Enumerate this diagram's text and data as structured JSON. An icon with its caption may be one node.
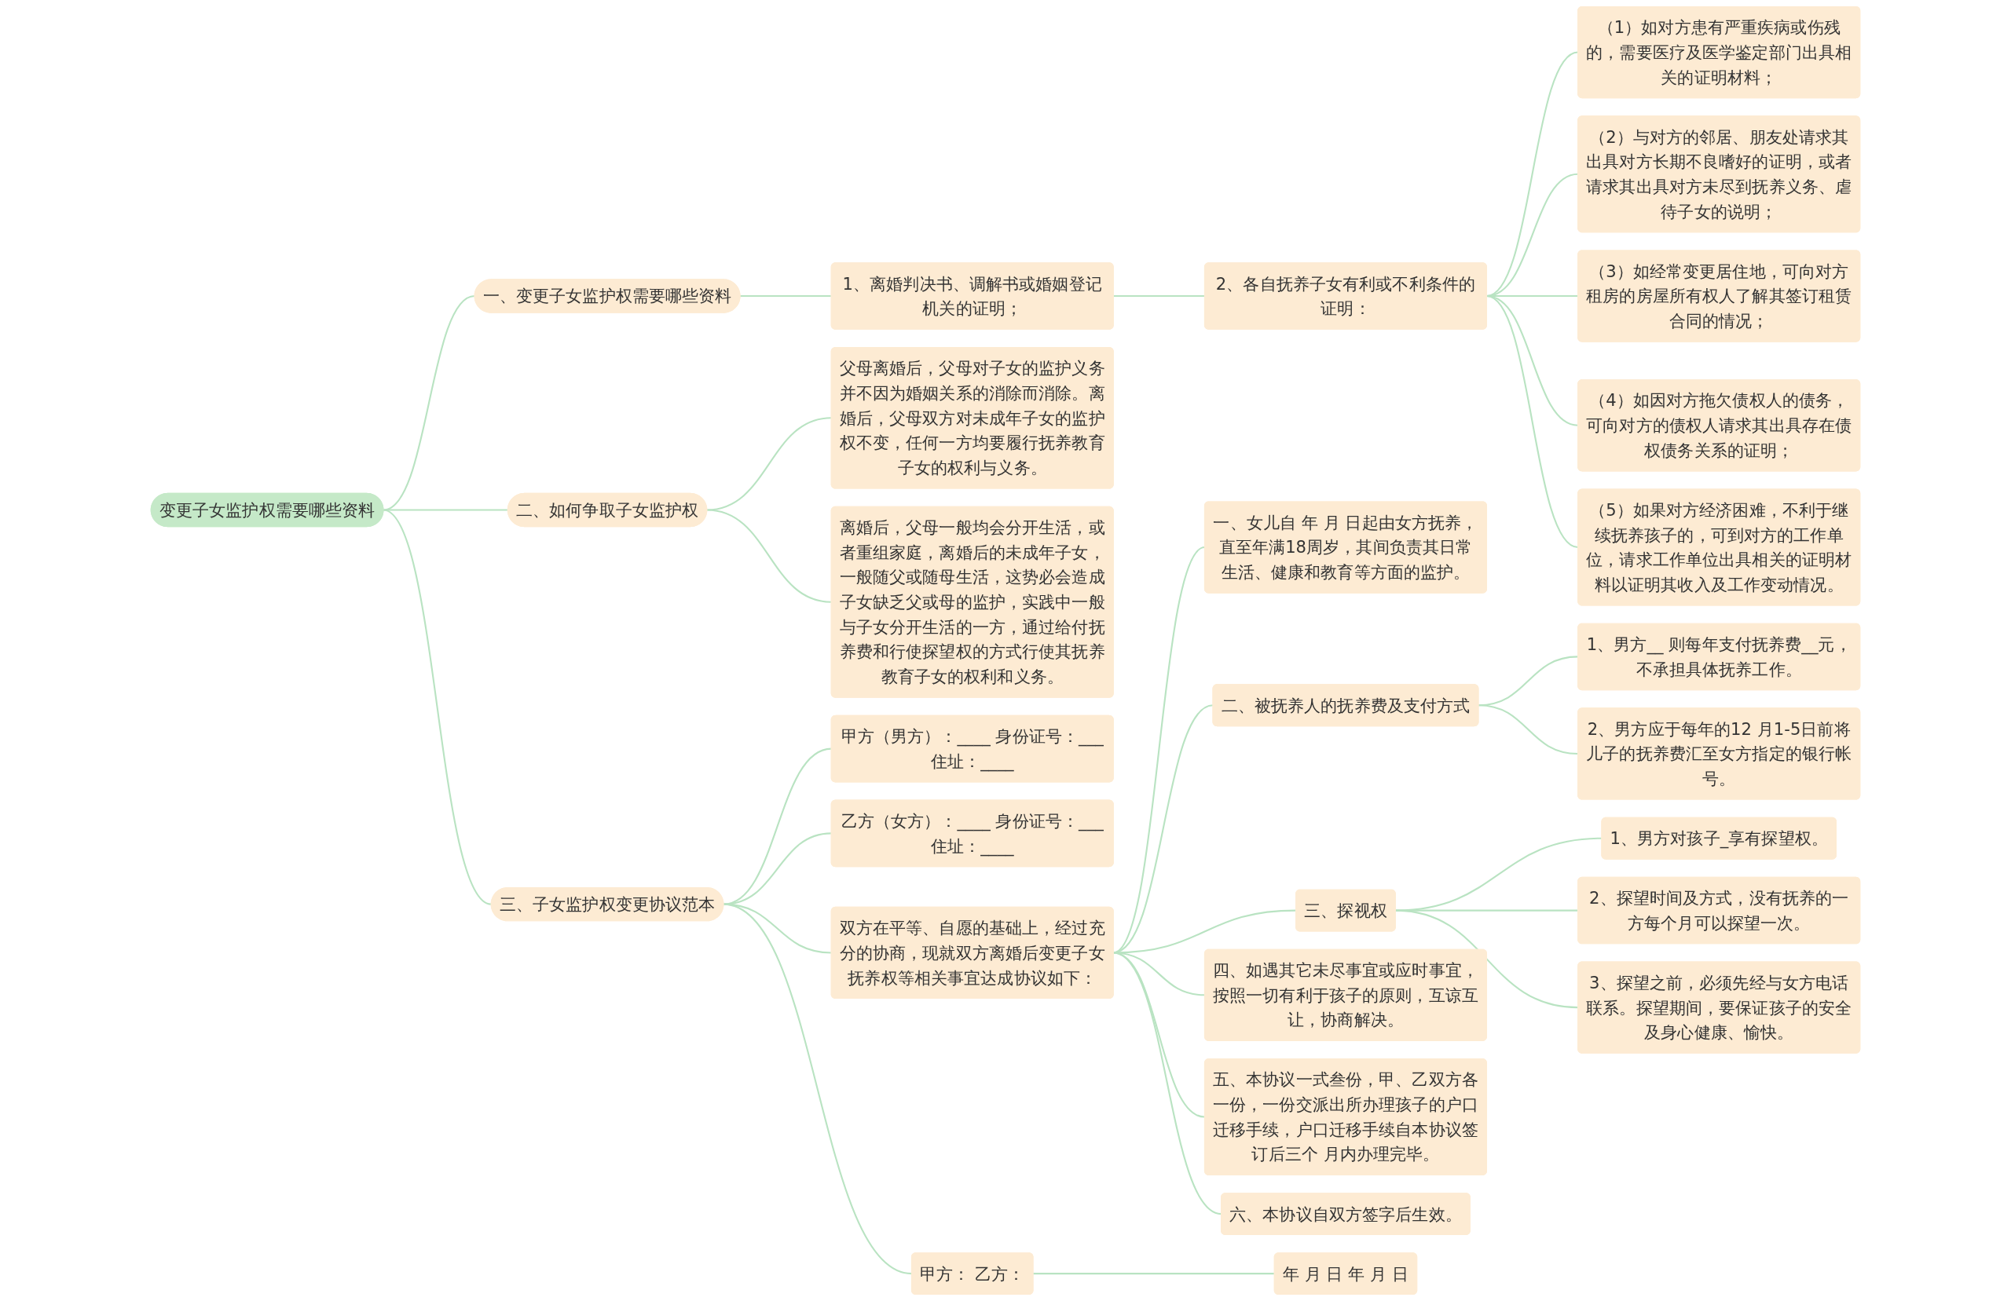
{
  "diagram": {
    "nodes": [
      {
        "text": [
          "变更子女监护权需要哪些资料"
        ]
      },
      {
        "text": [
          "一、变更子女监护权需要哪些资料"
        ]
      },
      {
        "text": [
          "1、离婚判决书、调解书或婚姻登记机关的证明；"
        ]
      },
      {
        "text": [
          "2、各自抚养子女有利或不利条件的证明："
        ]
      },
      {
        "text": [
          "（1）如对方患有严重疾病或伤残的，需要医疗及医学鉴定部门出具相关的证明材料；"
        ]
      },
      {
        "text": [
          "（2）与对方的邻居、朋友处请求其出具对方长期不良嗜好的证明，或者请求其出具对方未尽到抚养义务、虐待子女的说明；"
        ]
      },
      {
        "text": [
          "（3）如经常变更居住地，可向对方租房的房屋所有权人了解其签订租赁合同的情况；"
        ]
      },
      {
        "text": [
          "（4）如因对方拖欠债权人的债务，可向对方的债权人请求其出具存在债权债务关系的证明；"
        ]
      },
      {
        "text": [
          "（5）如果对方经济困难，不利于继续抚养孩子的，可到对方的工作单位，请求工作单位出具相关的证明材料以证明其收入及工作变动情况。"
        ]
      },
      {
        "text": [
          "二、如何争取子女监护权"
        ]
      },
      {
        "text": [
          "父母离婚后，父母对子女的监护义务并不因为婚姻关系的消除而消除。离婚后，父母双方对未成年子女的监护权不变，任何一方均要履行抚养教育子女的权利与义务。"
        ]
      },
      {
        "text": [
          "离婚后，父母一般均会分开生活，或者重组家庭，离婚后的未成年子女，一般随父或随母生活，这势必会造成子女缺乏父或母的监护，实践中一般与子女分开生活的一方，通过给付抚养费和行使探望权的方式行使其抚养教育子女的权利和义务。"
        ]
      },
      {
        "text": [
          "三、子女监护权变更协议范本"
        ]
      },
      {
        "text": [
          "甲方（男方）：____ 身份证号：___住址：____"
        ]
      },
      {
        "text": [
          "乙方（女方）：____ 身份证号：___住址：____"
        ]
      },
      {
        "text": [
          "双方在平等、自愿的基础上，经过充分的协商，现就双方离婚后变更子女抚养权等相关事宜达成协议如下："
        ]
      },
      {
        "text": [
          "一、女儿自 年 月 日起由女方抚养，直至年满18周岁，其间负责其日常生活、健康和教育等方面的监护。"
        ]
      },
      {
        "text": [
          "二、被抚养人的抚养费及支付方式"
        ]
      },
      {
        "text": [
          "1、男方__ 则每年支付抚养费__元，不承担具体抚养工作。"
        ]
      },
      {
        "text": [
          "2、男方应于每年的12 月1-5日前将儿子的抚养费汇至女方指定的银行帐号。"
        ]
      },
      {
        "text": [
          "三、探视权"
        ]
      },
      {
        "text": [
          "1、男方对孩子_享有探望权。"
        ]
      },
      {
        "text": [
          "2、探望时间及方式，没有抚养的一方每个月可以探望一次。"
        ]
      },
      {
        "text": [
          "3、探望之前，必须先经与女方电话联系。探望期间，要保证孩子的安全及身心健康、愉快。"
        ]
      },
      {
        "text": [
          "四、如遇其它未尽事宜或应时事宜，按照一切有利于孩子的原则，互谅互让，协商解决。"
        ]
      },
      {
        "text": [
          "五、本协议一式叁份，甲、乙双方各一份，一份交派出所办理孩子的户口迁移手续，户口迁移手续自本协议签订后三个 月内办理完毕。"
        ]
      },
      {
        "text": [
          "六、本协议自双方签字后生效。"
        ]
      },
      {
        "text": [
          "甲方： 乙方："
        ]
      },
      {
        "text": [
          "年 月 日 年 月 日"
        ]
      }
    ],
    "edges": [
      {
        "from": 0,
        "to": 1,
        "arrow": "none"
      },
      {
        "from": 1,
        "to": 2,
        "arrow": "none"
      },
      {
        "from": 2,
        "to": 3,
        "arrow": "none"
      },
      {
        "from": 3,
        "to": 4,
        "arrow": "none"
      },
      {
        "from": 3,
        "to": 5,
        "arrow": "none"
      },
      {
        "from": 3,
        "to": 6,
        "arrow": "none"
      },
      {
        "from": 3,
        "to": 7,
        "arrow": "none"
      },
      {
        "from": 3,
        "to": 8,
        "arrow": "none"
      },
      {
        "from": 0,
        "to": 9,
        "arrow": "none"
      },
      {
        "from": 9,
        "to": 10,
        "arrow": "none"
      },
      {
        "from": 9,
        "to": 11,
        "arrow": "none"
      },
      {
        "from": 0,
        "to": 12,
        "arrow": "none"
      },
      {
        "from": 12,
        "to": 13,
        "arrow": "none"
      },
      {
        "from": 12,
        "to": 14,
        "arrow": "none"
      },
      {
        "from": 12,
        "to": 15,
        "arrow": "none"
      },
      {
        "from": 12,
        "to": 27,
        "arrow": "none"
      },
      {
        "from": 15,
        "to": 16,
        "arrow": "none"
      },
      {
        "from": 15,
        "to": 17,
        "arrow": "none"
      },
      {
        "from": 17,
        "to": 18,
        "arrow": "none"
      },
      {
        "from": 17,
        "to": 19,
        "arrow": "none"
      },
      {
        "from": 15,
        "to": 20,
        "arrow": "none"
      },
      {
        "from": 20,
        "to": 21,
        "arrow": "none"
      },
      {
        "from": 20,
        "to": 22,
        "arrow": "none"
      },
      {
        "from": 20,
        "to": 23,
        "arrow": "none"
      },
      {
        "from": 15,
        "to": 24,
        "arrow": "none"
      },
      {
        "from": 15,
        "to": 25,
        "arrow": "none"
      },
      {
        "from": 15,
        "to": 26,
        "arrow": "none"
      },
      {
        "from": 27,
        "to": 28,
        "arrow": "none"
      }
    ]
  }
}
